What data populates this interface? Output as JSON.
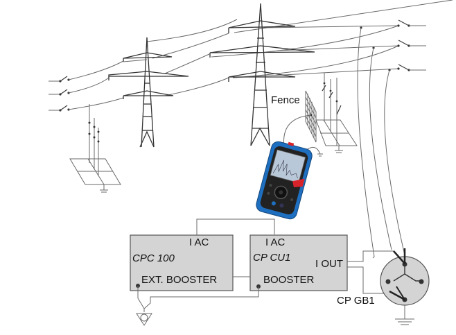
{
  "diagram": {
    "title": "",
    "labels": {
      "fence": "Fence",
      "cpc100": {
        "name": "CPC 100",
        "port_iac": "I AC",
        "port_booster": "EXT. BOOSTER"
      },
      "cpcu1": {
        "name": "CP CU1",
        "port_iac": "I AC",
        "port_iout": "I OUT",
        "port_booster": "BOOSTER"
      },
      "cpgb1": "CP GB1"
    },
    "components": [
      "overhead-line-left-switches",
      "transmission-tower-small",
      "transmission-tower-large",
      "ground-grid-left",
      "fence-mesh",
      "ground-grid-right",
      "overhead-line-right-switches",
      "handheld-meter",
      "cpc100-box",
      "cpcu1-box",
      "cpgb1-grounding-box",
      "earth-ground-symbols"
    ],
    "colors": {
      "box_fill": "#d4d4d4",
      "line": "#555555",
      "meter_blue": "#1f6fc0",
      "meter_red": "#d8232a",
      "meter_screen": "#b9c8d8"
    }
  }
}
